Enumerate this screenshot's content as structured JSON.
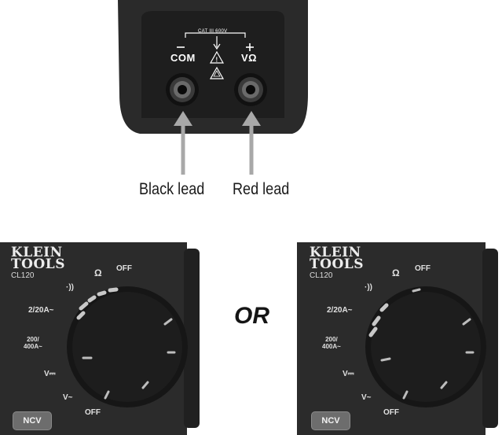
{
  "top": {
    "cat_rating": "CAT III 600V",
    "com_label": "COM",
    "v_label": "VΩ",
    "black_lead": "Black lead",
    "red_lead": "Red lead"
  },
  "separator": "OR",
  "meters": [
    {
      "brand_line1": "KLEIN",
      "brand_line2": "TOOLS",
      "model": "CL120",
      "ohm": "Ω",
      "off_top": "OFF",
      "continuity": "·))",
      "amps_low": "2/20A~",
      "amps_high_1": "200/",
      "amps_high_2": "400A~",
      "v_dc": "V⎓",
      "v_ac": "V~",
      "off_bottom": "OFF",
      "ncv": "NCV"
    },
    {
      "brand_line1": "KLEIN",
      "brand_line2": "TOOLS",
      "model": "CL120",
      "ohm": "Ω",
      "off_top": "OFF",
      "continuity": "·))",
      "amps_low": "2/20A~",
      "amps_high_1": "200/",
      "amps_high_2": "400A~",
      "v_dc": "V⎓",
      "v_ac": "V~",
      "off_bottom": "OFF",
      "ncv": "NCV"
    }
  ]
}
